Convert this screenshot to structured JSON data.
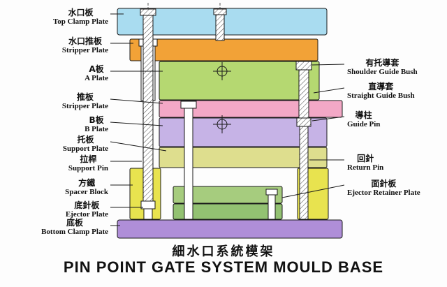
{
  "title": {
    "cn": "細水口系統模架",
    "en": "PIN POINT GATE SYSTEM MOULD BASE"
  },
  "left_labels": [
    {
      "cn": "水口板",
      "en": "Top Clamp Plate"
    },
    {
      "cn": "水口推板",
      "en": "Stripper Plate"
    },
    {
      "cn": "A板",
      "en": "A Plate"
    },
    {
      "cn": "推板",
      "en": "Stripper Plate"
    },
    {
      "cn": "B板",
      "en": "B Plate"
    },
    {
      "cn": "托板",
      "en": "Support Plate"
    },
    {
      "cn": "拉桿",
      "en": "Support Pin"
    },
    {
      "cn": "方鐵",
      "en": "Spacer Block"
    },
    {
      "cn": "底針板",
      "en": "Ejector Plate"
    },
    {
      "cn": "底板",
      "en": "Bottom Clamp Plate"
    }
  ],
  "right_labels": [
    {
      "cn": "有托導套",
      "en": "Shoulder Guide Bush"
    },
    {
      "cn": "直導套",
      "en": "Straight Guide Bush"
    },
    {
      "cn": "導柱",
      "en": "Guide Pin"
    },
    {
      "cn": "回針",
      "en": "Return Pin"
    },
    {
      "cn": "面針板",
      "en": "Ejector Retainer Plate"
    }
  ],
  "colors": {
    "top_clamp_plate": "#a9dcf0",
    "runner_stripper_plate": "#f2a237",
    "a_plate": "#b5d871",
    "stripper_plate": "#f3a8c6",
    "b_plate": "#c6b3e6",
    "support_plate": "#dede8e",
    "spacer_block": "#e8e34f",
    "ejector_retainer_plate": "#a6cc7e",
    "ejector_plate": "#93c272",
    "bottom_clamp_plate": "#af8ed8"
  }
}
